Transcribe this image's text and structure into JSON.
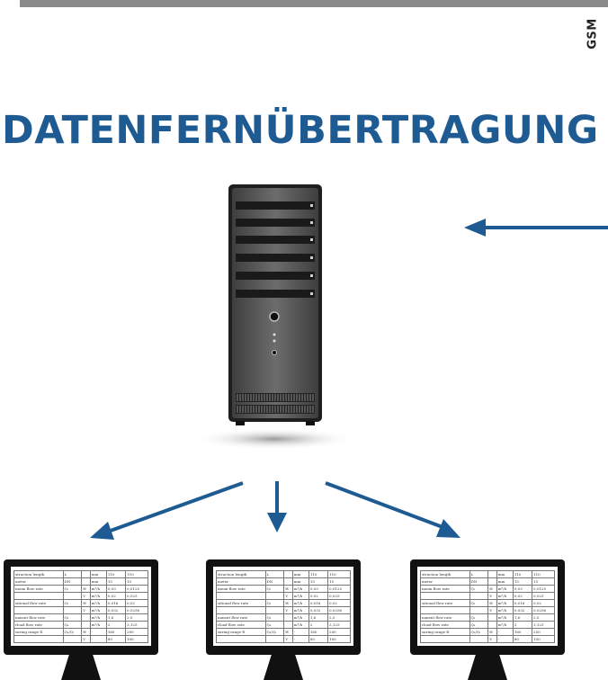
{
  "header": {
    "tag": "GSM"
  },
  "title": "DATENFERNÜBERTRAGUNG",
  "colors": {
    "accent": "#1f5b93",
    "server": "#5a5a5a",
    "monitor": "#111111"
  },
  "icons": [
    "server-icon",
    "monitor-icon",
    "arrow-icon"
  ],
  "spec_table": {
    "rows": [
      [
        "struction length",
        "L",
        "",
        "mm",
        "110",
        "110"
      ],
      [
        "meter",
        "DN",
        "",
        "mm",
        "15",
        "15"
      ],
      [
        "imum flow rate",
        "Q₁",
        "H",
        "m³/h",
        "0,03",
        "0,0125"
      ],
      [
        "",
        "",
        "V",
        "m³/h",
        "0,02",
        "0,025"
      ],
      [
        "sitional flow rate",
        "Q₂",
        "H",
        "m³/h",
        "0,016",
        "0,02"
      ],
      [
        "",
        "",
        "V",
        "m³/h",
        "0,032",
        "0,0256"
      ],
      [
        "nanent flow rate",
        "Q₃",
        "",
        "m³/h",
        "1,6",
        "2,5"
      ],
      [
        "rload flow rate",
        "Q₄",
        "",
        "m³/h",
        "2",
        "3,125"
      ],
      [
        "suring range R",
        "Q₃/Q₁",
        "H",
        "-",
        "160",
        "200"
      ],
      [
        "",
        "",
        "V",
        "-",
        "80",
        "100"
      ]
    ]
  }
}
